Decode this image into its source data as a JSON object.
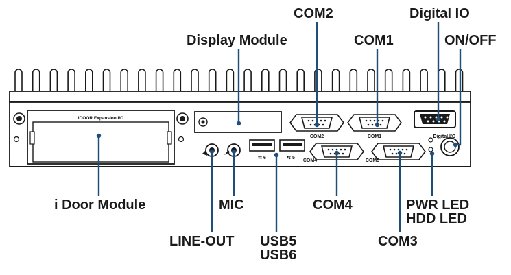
{
  "panel": {
    "idoor_expansion_label": "IDOOR Expansion I/O",
    "port_com2": "COM2",
    "port_com1": "COM1",
    "port_com4": "COM4",
    "port_com3": "COM3",
    "port_digital_io": "Digital I/O"
  },
  "callouts": {
    "com2": "COM2",
    "digital_io": "Digital IO",
    "display_module": "Display Module",
    "com1": "COM1",
    "on_off": "ON/OFF",
    "idoor_module": "i Door Module",
    "mic": "MIC",
    "com4": "COM4",
    "pwr_led": "PWR LED",
    "hdd_led": "HDD LED",
    "line_out": "LINE-OUT",
    "usb5": "USB5",
    "usb6": "USB6",
    "com3": "COM3"
  },
  "colors": {
    "leader": "#1f4e79",
    "outline": "#1a1a1a",
    "text": "#1a1a1a"
  }
}
